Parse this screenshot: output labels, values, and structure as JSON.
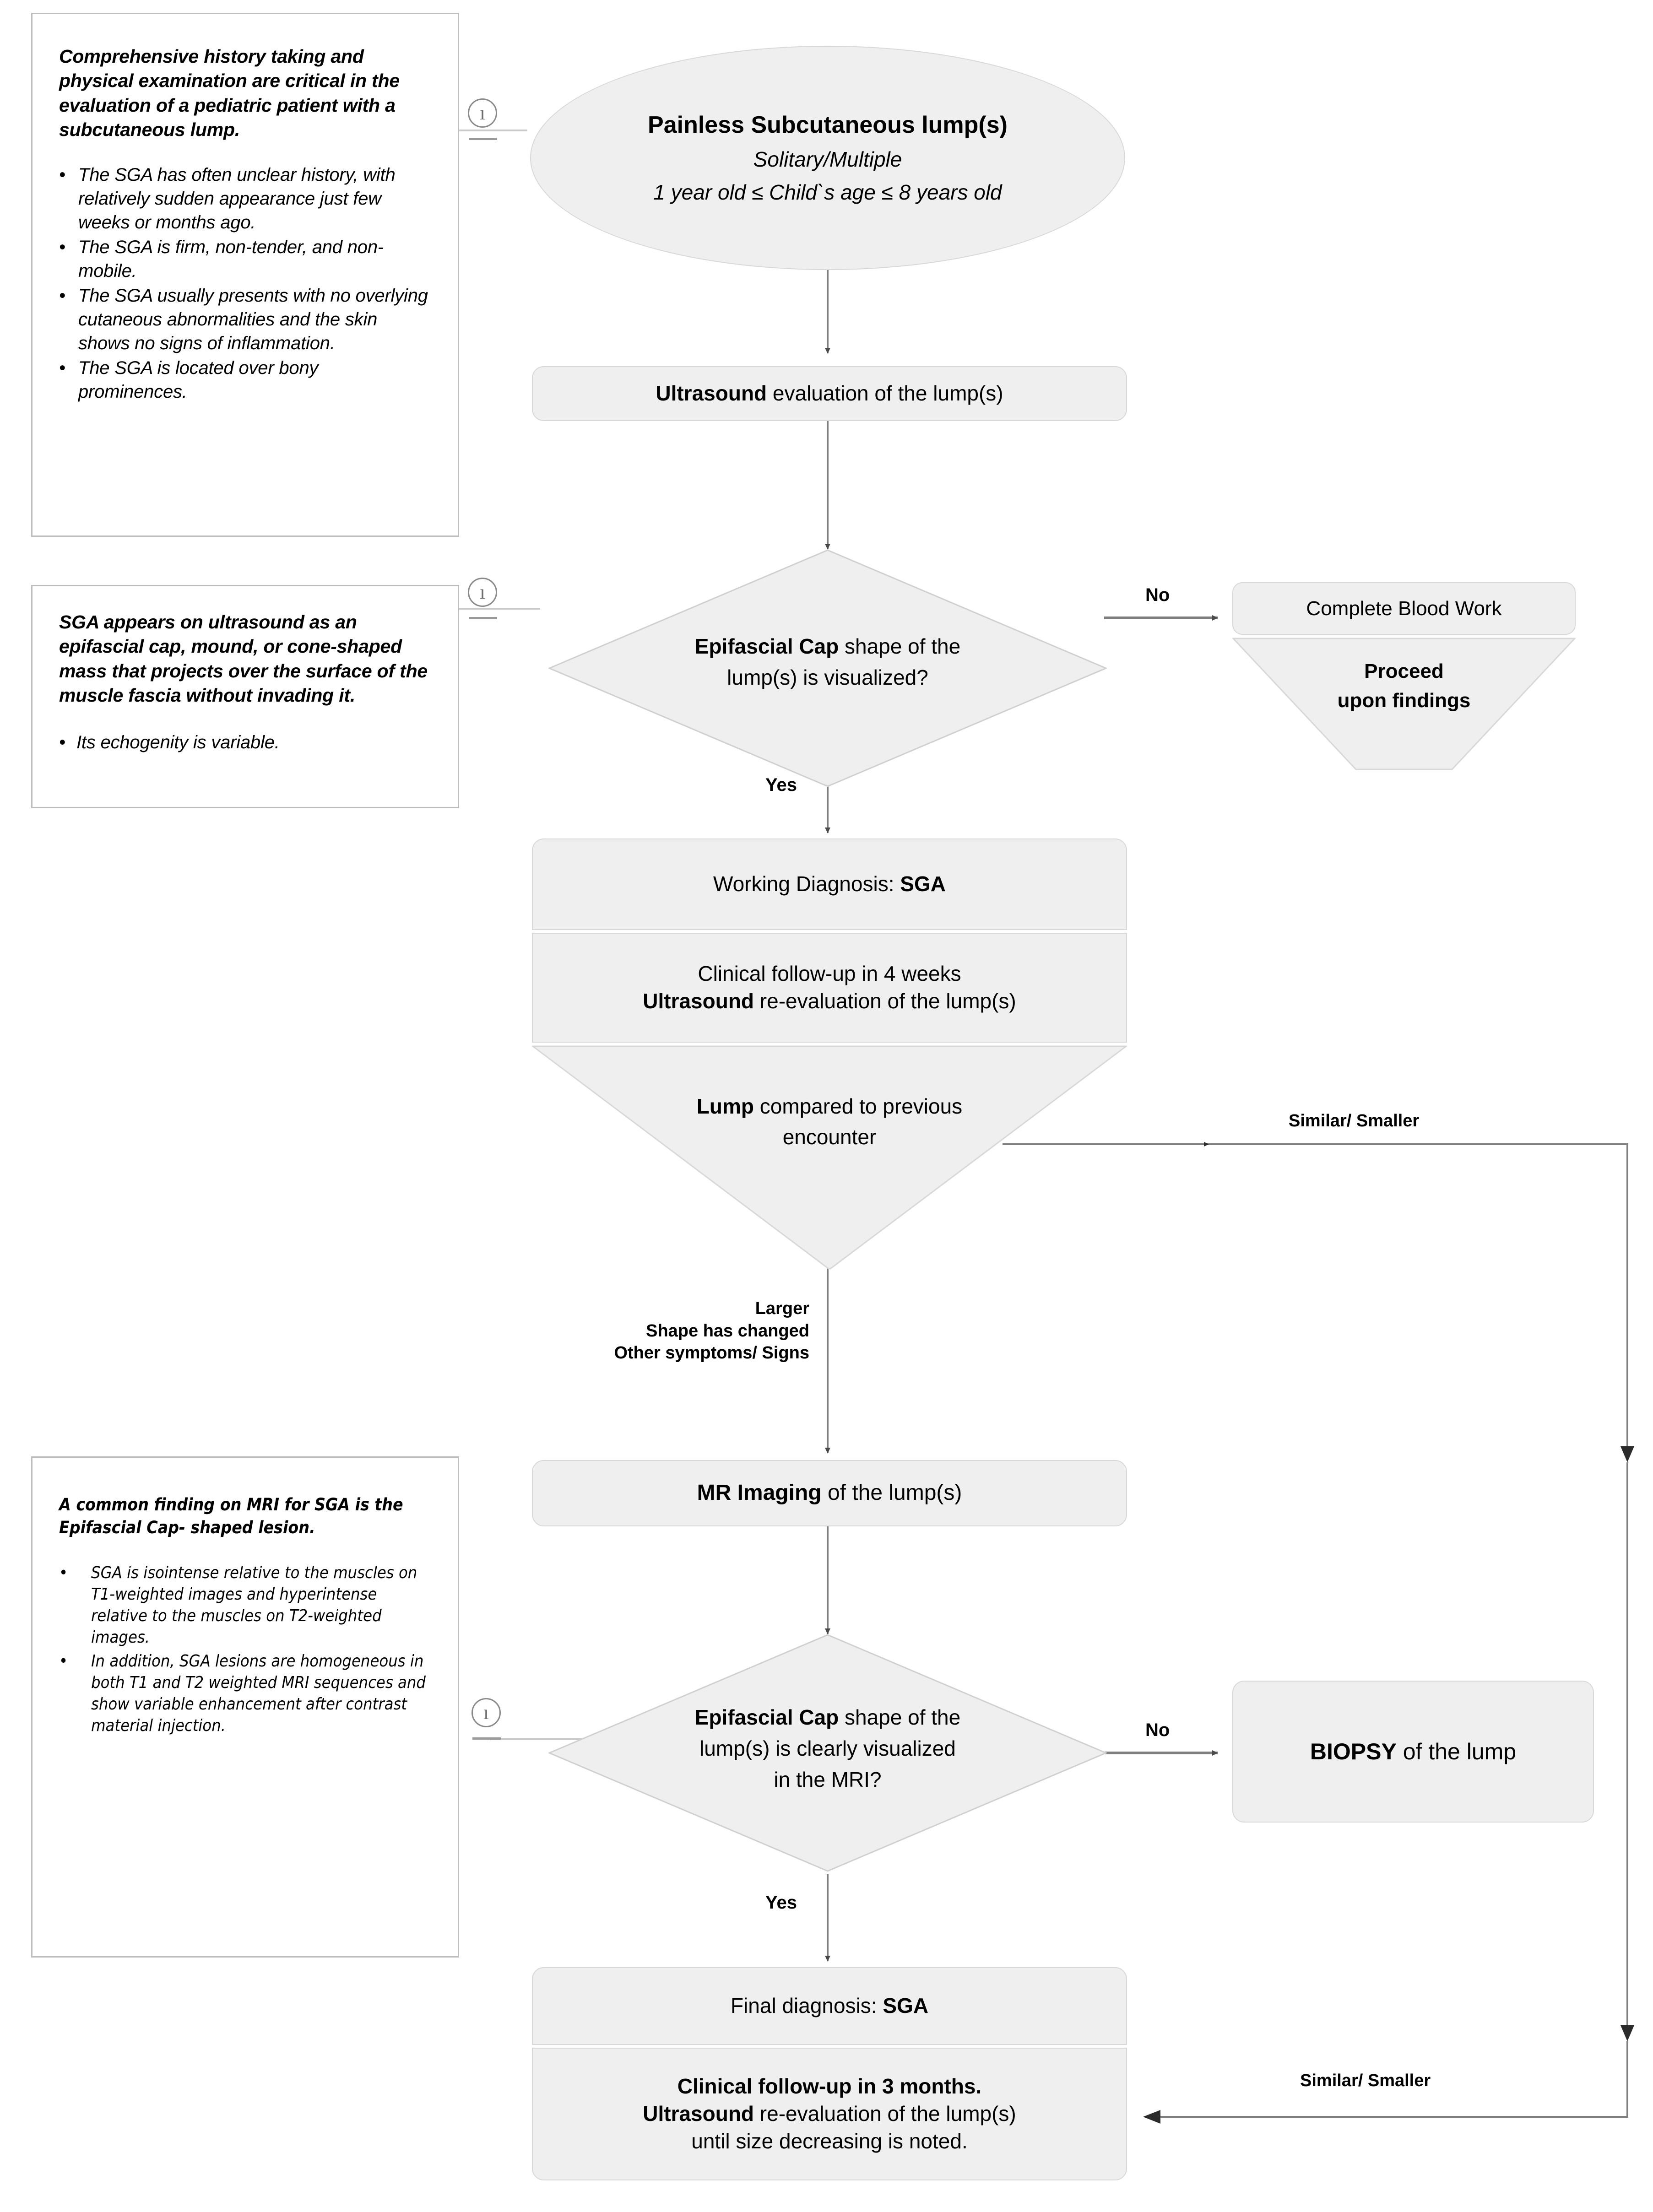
{
  "title": "Diagnostic flowchart for Subcutaneous Granuloma Annulare (SGA) in children",
  "colors": {
    "node_fill": "#efefef",
    "node_border": "#d8d8d8",
    "note_border": "#bdbdbd",
    "connector": "#7f7f7f",
    "text": "#000000",
    "icon_gray": "#8a8a8a"
  },
  "notes": [
    {
      "id": "note-history",
      "icon": "info-icon",
      "heading": "Comprehensive history taking and physical examination are critical in the evaluation of a pediatric patient with a subcutaneous lump.",
      "bullets": [
        "The SGA has often unclear history, with relatively sudden appearance just few weeks or months ago.",
        "The SGA is firm, non-tender, and non-mobile.",
        "The SGA usually presents with no overlying cutaneous abnormalities and the skin shows no signs of inflammation.",
        "The SGA is located over bony prominences."
      ]
    },
    {
      "id": "note-ultrasound",
      "icon": "info-icon",
      "heading": "SGA appears on ultrasound as an epifascial cap, mound, or cone-shaped mass that projects over the surface of the muscle fascia without invading it.",
      "bullets": [
        "Its echogenity is variable."
      ]
    },
    {
      "id": "note-mri",
      "icon": "info-icon",
      "heading": "A common finding on MRI for SGA is the Epifascial Cap- shaped lesion.",
      "bullets": [
        "SGA is isointense relative to the muscles on T1-weighted images and hyperintense relative to the muscles on T2-weighted images.",
        "In addition, SGA lesions are homogeneous in both T1 and T2 weighted MRI sequences and show variable enhancement after contrast material injection."
      ]
    }
  ],
  "nodes": {
    "start": {
      "shape": "oval",
      "line1": "Painless Subcutaneous lump(s)",
      "line2": "Solitary/Multiple",
      "line3": "1 year old ≤   Child`s age   ≤ 8 years old"
    },
    "ultrasound": {
      "shape": "rounded-rect",
      "bold": "Ultrasound",
      "rest": " evaluation of the lump(s)"
    },
    "decision_us": {
      "shape": "diamond",
      "bold": "Epifascial Cap",
      "rest_line1": " shape of the",
      "line2": "lump(s) is visualized?"
    },
    "blood_work": {
      "shape": "rounded-rect",
      "label": "Complete Blood Work"
    },
    "blood_work_proceed": {
      "shape": "funnel",
      "line1": "Proceed",
      "line2": "upon findings"
    },
    "working_diagnosis": {
      "shape": "rounded-rect",
      "rest": "Working Diagnosis: ",
      "bold": "SGA"
    },
    "followup_4weeks": {
      "shape": "rect",
      "line1": "Clinical follow-up in 4 weeks",
      "line2_bold": "Ultrasound",
      "line2_rest": " re-evaluation of the lump(s)"
    },
    "compare_lump": {
      "shape": "funnel",
      "bold": "Lump",
      "rest": " compared to previous",
      "line2": "encounter"
    },
    "mr_imaging": {
      "shape": "rounded-rect",
      "bold": "MR Imaging",
      "rest": " of the lump(s)"
    },
    "decision_mri": {
      "shape": "diamond",
      "bold": "Epifascial Cap",
      "rest_line1": " shape of the",
      "line2": "lump(s) is clearly visualized",
      "line3": "in the MRI?"
    },
    "biopsy": {
      "shape": "rounded-rect",
      "bold": "BIOPSY",
      "rest": " of the lump"
    },
    "final_diagnosis": {
      "shape": "rounded-rect",
      "rest": "Final diagnosis: ",
      "bold": "SGA"
    },
    "followup_3months": {
      "shape": "rect",
      "line1": "Clinical follow-up in 3 months.",
      "line2_bold": "Ultrasound",
      "line2_rest": " re-evaluation of the lump(s)",
      "line3": "until size decreasing is noted."
    }
  },
  "edges": [
    {
      "id": "edge-no-us",
      "label": "No"
    },
    {
      "id": "edge-yes-us",
      "label": "Yes"
    },
    {
      "id": "edge-similar-top",
      "label": "Similar/ Smaller"
    },
    {
      "id": "edge-larger",
      "label": "Larger\nShape has changed\nOther symptoms/ Signs"
    },
    {
      "id": "edge-no-mri",
      "label": "No"
    },
    {
      "id": "edge-yes-mri",
      "label": "Yes"
    },
    {
      "id": "edge-similar-bot",
      "label": "Similar/ Smaller"
    }
  ],
  "icons": {
    "info": "ı",
    "info_name": "info-icon"
  }
}
